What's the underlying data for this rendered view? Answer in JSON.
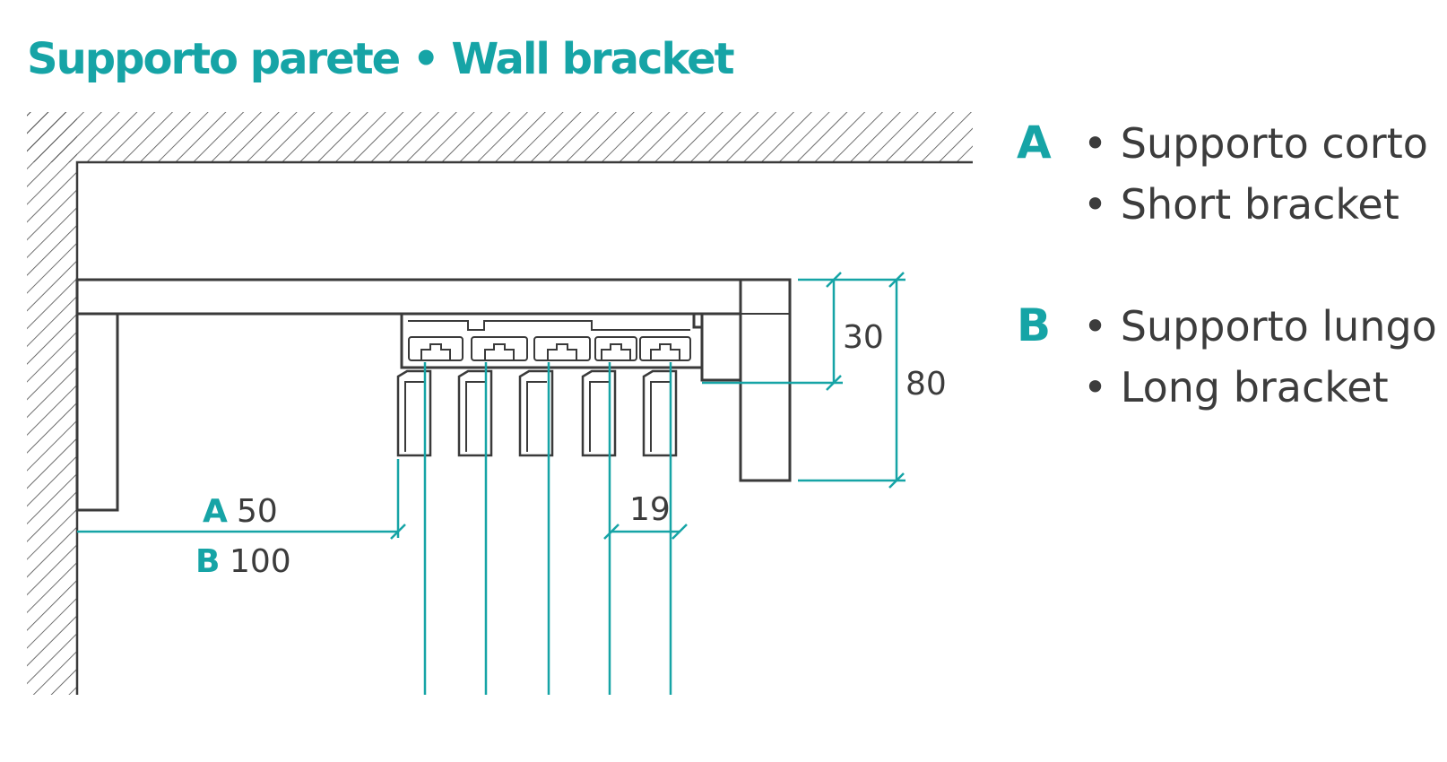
{
  "title": "Supporto parete • Wall bracket",
  "colors": {
    "accent": "#16a4a6",
    "line": "#3a3a3a",
    "text": "#3c3c3c"
  },
  "dimensions": {
    "height_top": "30",
    "height_total": "80",
    "wall_distance_label_a": "A",
    "wall_distance_a": "50",
    "wall_distance_label_b": "B",
    "wall_distance_b": "100",
    "track_spacing": "19"
  },
  "legend": [
    {
      "letter": "A",
      "line1": "• Supporto corto",
      "line2": "• Short bracket"
    },
    {
      "letter": "B",
      "line1": "• Supporto lungo",
      "line2": "• Long bracket"
    }
  ]
}
